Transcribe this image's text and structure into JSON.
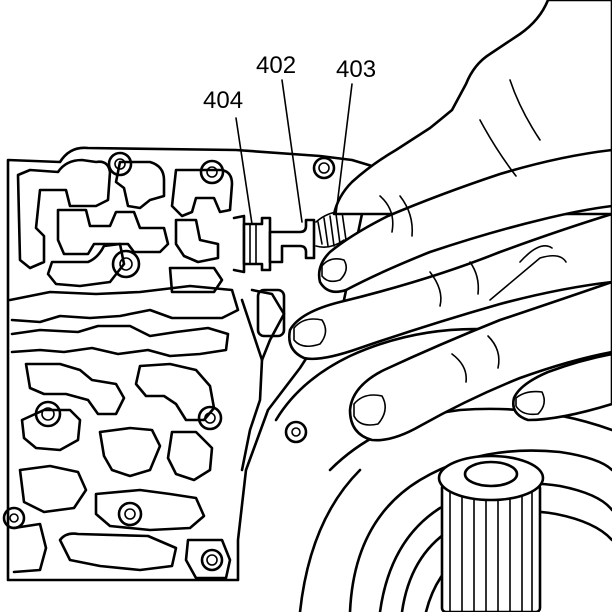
{
  "callouts": [
    {
      "id": "c404",
      "text": "404"
    },
    {
      "id": "c402",
      "text": "402"
    },
    {
      "id": "c403",
      "text": "403"
    }
  ]
}
